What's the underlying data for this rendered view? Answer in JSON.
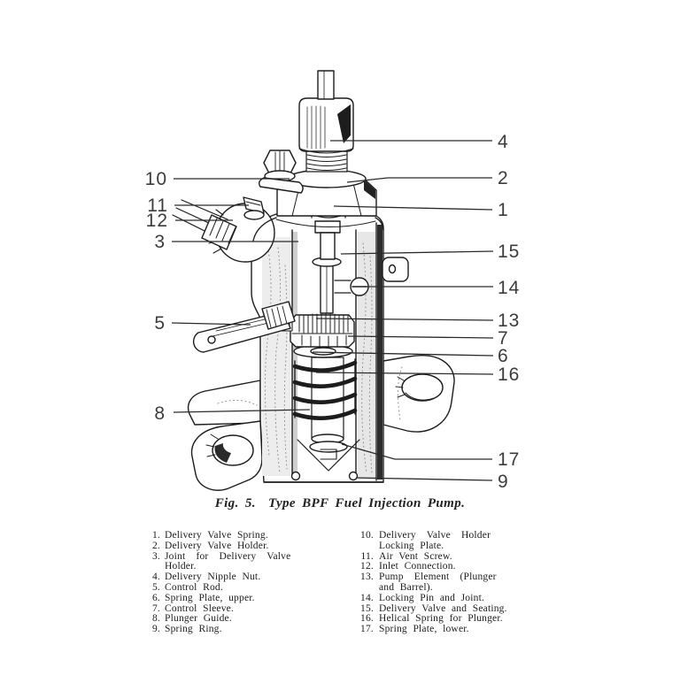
{
  "figure": {
    "caption_label": "Fig. 5.",
    "caption_title": "Type BPF Fuel Injection Pump.",
    "callouts_left": [
      {
        "n": "10"
      },
      {
        "n": "11"
      },
      {
        "n": "12"
      },
      {
        "n": "3"
      },
      {
        "n": "5"
      },
      {
        "n": "8"
      }
    ],
    "callouts_right": [
      {
        "n": "4"
      },
      {
        "n": "2"
      },
      {
        "n": "1"
      },
      {
        "n": "15"
      },
      {
        "n": "14"
      },
      {
        "n": "13"
      },
      {
        "n": "7"
      },
      {
        "n": "6"
      },
      {
        "n": "16"
      },
      {
        "n": "17"
      },
      {
        "n": "9"
      }
    ]
  },
  "parts_list": {
    "left": [
      {
        "num": "1.",
        "lines": [
          "Delivery Valve Spring."
        ]
      },
      {
        "num": "2.",
        "lines": [
          "Delivery Valve Holder."
        ]
      },
      {
        "num": "3.",
        "lines": [
          "Joint for Delivery Valve",
          "Holder."
        ]
      },
      {
        "num": "4.",
        "lines": [
          "Delivery Nipple Nut."
        ]
      },
      {
        "num": "5.",
        "lines": [
          "Control Rod."
        ]
      },
      {
        "num": "6.",
        "lines": [
          "Spring Plate, upper."
        ]
      },
      {
        "num": "7.",
        "lines": [
          "Control Sleeve."
        ]
      },
      {
        "num": "8.",
        "lines": [
          "Plunger Guide."
        ]
      },
      {
        "num": "9.",
        "lines": [
          "Spring Ring."
        ]
      }
    ],
    "right": [
      {
        "num": "10.",
        "lines": [
          "Delivery Valve Holder",
          "Locking Plate."
        ]
      },
      {
        "num": "11.",
        "lines": [
          "Air Vent Screw."
        ]
      },
      {
        "num": "12.",
        "lines": [
          "Inlet Connection."
        ]
      },
      {
        "num": "13.",
        "lines": [
          "Pump Element (Plunger",
          "and Barrel)."
        ]
      },
      {
        "num": "14.",
        "lines": [
          "Locking Pin and Joint."
        ]
      },
      {
        "num": "15.",
        "lines": [
          "Delivery Valve and Seating."
        ]
      },
      {
        "num": "16.",
        "lines": [
          "Helical Spring for Plunger."
        ]
      },
      {
        "num": "17.",
        "lines": [
          "Spring Plate, lower."
        ]
      }
    ]
  }
}
